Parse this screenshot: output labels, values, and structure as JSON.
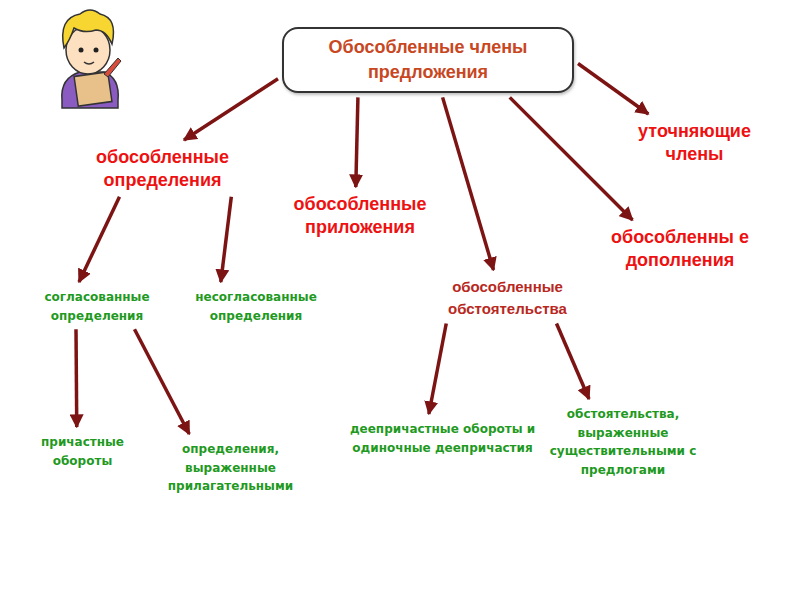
{
  "diagram": {
    "nodes": [
      {
        "text": [
          "Обособленные члены предложения"
        ]
      },
      {
        "text": [
          "обособленные определения"
        ]
      },
      {
        "text": [
          "обособленные приложения"
        ]
      },
      {
        "text": [
          "обособленные обстоятельства"
        ]
      },
      {
        "text": [
          "обособленны е дополнения"
        ]
      },
      {
        "text": [
          "уточняющие члены"
        ]
      },
      {
        "text": [
          "согласованные определения"
        ]
      },
      {
        "text": [
          "несогласованные определения"
        ]
      },
      {
        "text": [
          "причастные обороты"
        ]
      },
      {
        "text": [
          "определения, выраженные прилагательными"
        ]
      },
      {
        "text": [
          "деепричастные обороты и одиночные деепричастия"
        ]
      },
      {
        "text": [
          "обстоятельства, выраженные существительными с предлогами"
        ]
      }
    ],
    "edges": [
      {
        "from": 0,
        "to": 1,
        "arrow": "to"
      },
      {
        "from": 0,
        "to": 2,
        "arrow": "to"
      },
      {
        "from": 0,
        "to": 3,
        "arrow": "to"
      },
      {
        "from": 0,
        "to": 4,
        "arrow": "to"
      },
      {
        "from": 0,
        "to": 5,
        "arrow": "to"
      },
      {
        "from": 1,
        "to": 6,
        "arrow": "to"
      },
      {
        "from": 1,
        "to": 7,
        "arrow": "to"
      },
      {
        "from": 6,
        "to": 8,
        "arrow": "to"
      },
      {
        "from": 6,
        "to": 9,
        "arrow": "to"
      },
      {
        "from": 3,
        "to": 10,
        "arrow": "to"
      },
      {
        "from": 3,
        "to": 11,
        "arrow": "to"
      }
    ]
  }
}
